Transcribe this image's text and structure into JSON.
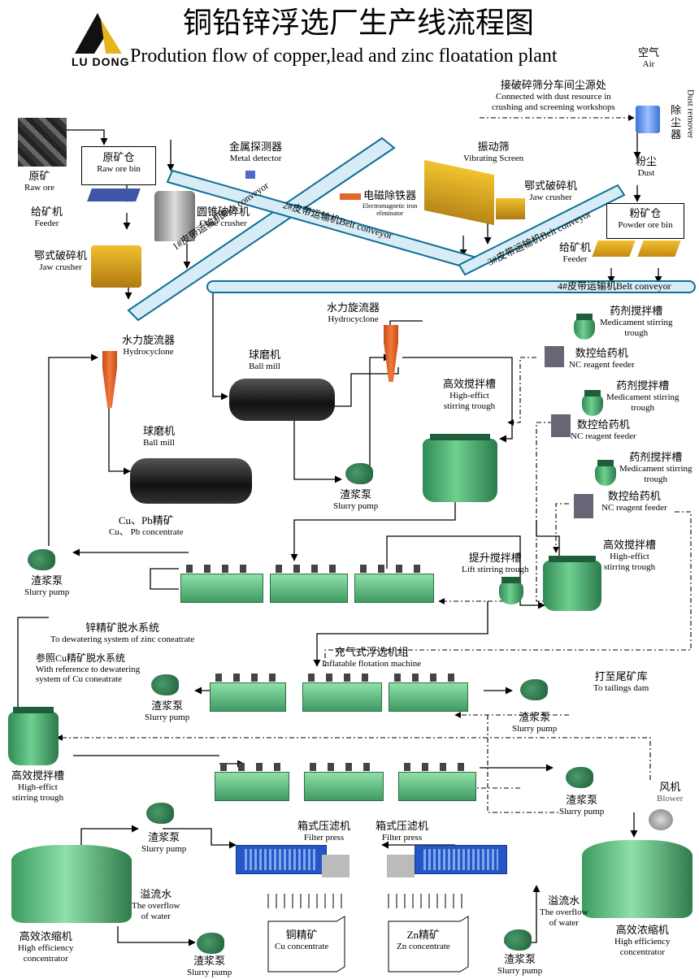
{
  "header": {
    "title_cn": "铜铅锌浮选厂生产线流程图",
    "title_en": "Prodution flow of copper,lead and zinc floatation plant",
    "logo_text": "LU DONG"
  },
  "labels": {
    "air": {
      "cn": "空气",
      "en": "Air"
    },
    "dust_source": {
      "cn": "接破碎筛分车间尘源处",
      "en1": "Connected with dust resource in",
      "en2": "crushing and screening workshops"
    },
    "dust_remover": {
      "cn": "除尘器",
      "en": "Dust remover"
    },
    "dust": {
      "cn": "粉尘",
      "en": "Dust"
    },
    "raw_ore": {
      "cn": "原矿",
      "en": "Raw ore"
    },
    "raw_ore_bin": {
      "cn": "原矿仓",
      "en": "Raw ore bin"
    },
    "metal_detector": {
      "cn": "金属探测器",
      "en": "Metal detector"
    },
    "vibrating_screen": {
      "cn": "振动筛",
      "en": "Vibrating  Screen"
    },
    "feeder1": {
      "cn": "给矿机",
      "en": "Feeder"
    },
    "cone_crusher": {
      "cn": "圆锥破碎机",
      "en": "Cone crusher"
    },
    "electromagnetic": {
      "cn": "电磁除铁器",
      "en1": "Electromagnetic iron",
      "en2": "eliminator"
    },
    "jaw_crusher_r": {
      "cn": "鄂式破碎机",
      "en": "Jaw crusher"
    },
    "powder_ore_bin": {
      "cn": "粉矿仓",
      "en": "Powder ore bin"
    },
    "jaw_crusher_l": {
      "cn": "鄂式破碎机",
      "en": "Jaw crusher"
    },
    "feeder2": {
      "cn": "给矿机",
      "en": "Feeder"
    },
    "belt1": "1#皮带运输机Belt conveyor",
    "belt2": "2#皮带运输机Belt conveyor",
    "belt3": "3#皮带运输机Belt conveyor",
    "belt4": "4#皮带运输机Belt conveyor",
    "hydrocyclone1": {
      "cn": "水力旋流器",
      "en": "Hydrocyclone"
    },
    "hydrocyclone2": {
      "cn": "水力旋流器",
      "en": "Hydrocyclone"
    },
    "ball_mill1": {
      "cn": "球磨机",
      "en": "Ball  mill"
    },
    "ball_mill2": {
      "cn": "球磨机",
      "en": "Ball  mill"
    },
    "med1": {
      "cn": "药剂搅拌槽",
      "en1": "Medicament stirring",
      "en2": "trough"
    },
    "nc1": {
      "cn": "数控给药机",
      "en": "NC reagent feeder"
    },
    "med2": {
      "cn": "药剂搅拌槽",
      "en1": "Medicament stirring",
      "en2": "trough"
    },
    "nc2": {
      "cn": "数控给药机",
      "en": "NC reagent feeder"
    },
    "med3": {
      "cn": "药剂搅拌槽",
      "en1": "Medicament stirring",
      "en2": "trough"
    },
    "nc3": {
      "cn": "数控给药机",
      "en": "NC reagent feeder"
    },
    "hest1": {
      "cn": "高效搅拌槽",
      "en1": "High-effict",
      "en2": "stirring trough"
    },
    "hest2": {
      "cn": "高效搅拌槽",
      "en1": "High-effict",
      "en2": "stirring trough"
    },
    "hest3": {
      "cn": "高效搅拌槽",
      "en1": "High-effict",
      "en2": "stirring trough"
    },
    "slurry_pump1": {
      "cn": "渣浆泵",
      "en": "Slurry pump"
    },
    "cupb": {
      "cn": "Cu、Pb精矿",
      "en": "Cu、 Pb concentrate"
    },
    "slurry_pump2": {
      "cn": "渣浆泵",
      "en": "Slurry pump"
    },
    "lift_trough": {
      "cn": "提升搅拌槽",
      "en": "Lift stirring trough"
    },
    "zinc_dewater": {
      "cn": "锌精矿脱水系统",
      "en": "To dewatering system of zinc coneatrate"
    },
    "cu_dewater": {
      "cn": "参照Cu精矿脱水系统",
      "en1": "With reference to dewatering",
      "en2": "system of Cu coneatrate"
    },
    "inflatable": {
      "cn": "充气式浮选机组",
      "en": "Inflatable flotation machine"
    },
    "tailings": {
      "cn": "打至尾矿库",
      "en": "To tailings dam"
    },
    "slurry_pump3": {
      "cn": "渣浆泵",
      "en": "Slurry pump"
    },
    "slurry_pump4": {
      "cn": "渣浆泵",
      "en": "Slurry pump"
    },
    "blower": {
      "cn": "风机",
      "en": "Blower"
    },
    "slurry_pump5": {
      "cn": "渣浆泵",
      "en": "Slurry pump"
    },
    "slurry_pump6": {
      "cn": "渣浆泵",
      "en": "Slurry pump"
    },
    "filter1": {
      "cn": "箱式压滤机",
      "en": "Filter press"
    },
    "filter2": {
      "cn": "箱式压滤机",
      "en": "Filter press"
    },
    "overflow1": {
      "cn": "溢流水",
      "en1": "The overflow",
      "en2": "of water"
    },
    "overflow2": {
      "cn": "溢流水",
      "en1": "The overflow",
      "en2": "of water"
    },
    "conc1": {
      "cn": "高效浓缩机",
      "en1": "High efficiency",
      "en2": "concentrator"
    },
    "conc2": {
      "cn": "高效浓缩机",
      "en1": "High efficiency",
      "en2": "concentrator"
    },
    "slurry_pump7": {
      "cn": "渣浆泵",
      "en": "Slurry pump"
    },
    "slurry_pump8": {
      "cn": "渣浆泵",
      "en": "Slurry pump"
    },
    "cu_conc": {
      "cn": "铜精矿",
      "en": "Cu concentrate"
    },
    "zn_conc": {
      "cn": "Zn精矿",
      "en": "Zn concentrate"
    }
  }
}
